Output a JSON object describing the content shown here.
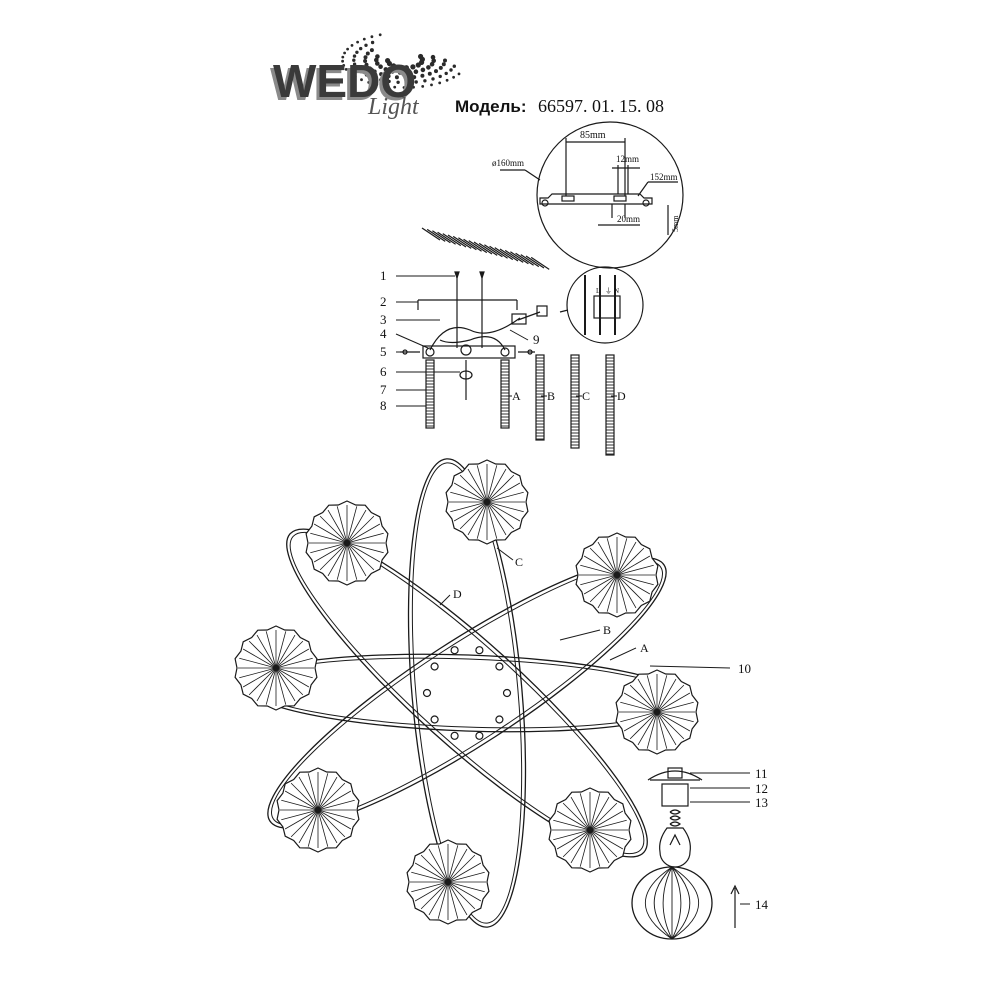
{
  "brand": {
    "logo_text": "WEDO",
    "logo_script": "Light"
  },
  "model": {
    "label": "Модель:",
    "number": "66597. 01. 15. 08"
  },
  "detail": {
    "diameter": "ø160mm",
    "dim_85": "85mm",
    "dim_12": "12mm",
    "dim_152": "152mm",
    "dim_20": "20mm",
    "dim_5": "5mm"
  },
  "terminal": {
    "letters": [
      "L",
      "⏚",
      "N"
    ]
  },
  "callouts": {
    "left": [
      "1",
      "2",
      "3",
      "4",
      "5",
      "6",
      "7",
      "8"
    ],
    "right": [
      "9"
    ],
    "bottom": [
      "10",
      "11",
      "12",
      "13",
      "14"
    ]
  },
  "rods": [
    "A",
    "B",
    "C",
    "D"
  ],
  "assembly_labels": [
    "A",
    "B",
    "C",
    "D"
  ],
  "colors": {
    "line": "#1a1a1a",
    "logo_dark": "#3a3a3a",
    "logo_mid": "#8a8a8a"
  }
}
